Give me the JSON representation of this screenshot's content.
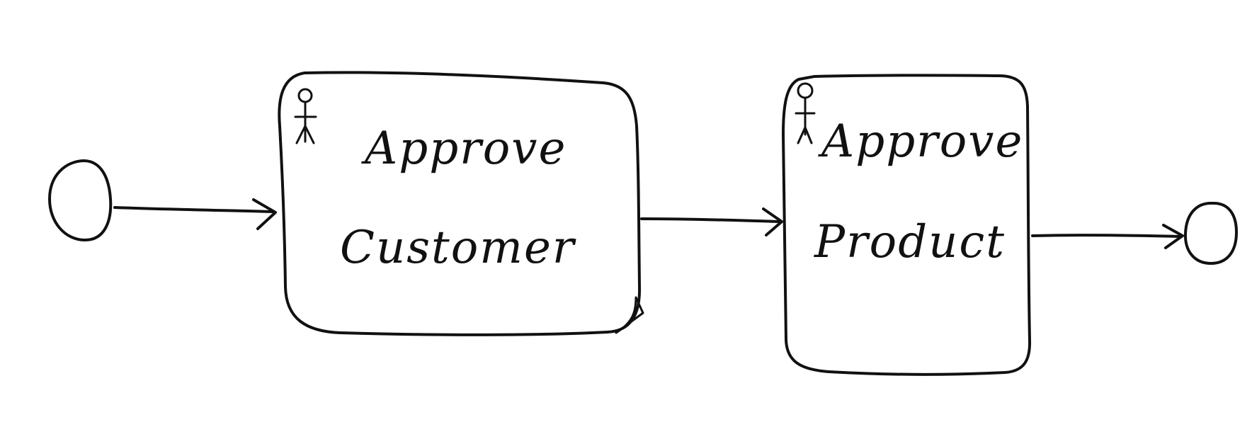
{
  "diagram": {
    "nodes": [
      {
        "id": "start",
        "kind": "start-event"
      },
      {
        "id": "approve-customer",
        "kind": "user-task",
        "label_lines": [
          "Approve",
          "Customer"
        ]
      },
      {
        "id": "approve-product",
        "kind": "user-task",
        "label_lines": [
          "Approve",
          "Product"
        ]
      },
      {
        "id": "end",
        "kind": "end-event"
      }
    ],
    "edges": [
      {
        "from": "start",
        "to": "approve-customer"
      },
      {
        "from": "approve-customer",
        "to": "approve-product"
      },
      {
        "from": "approve-product",
        "to": "end"
      }
    ],
    "ink_color": "#111111"
  }
}
